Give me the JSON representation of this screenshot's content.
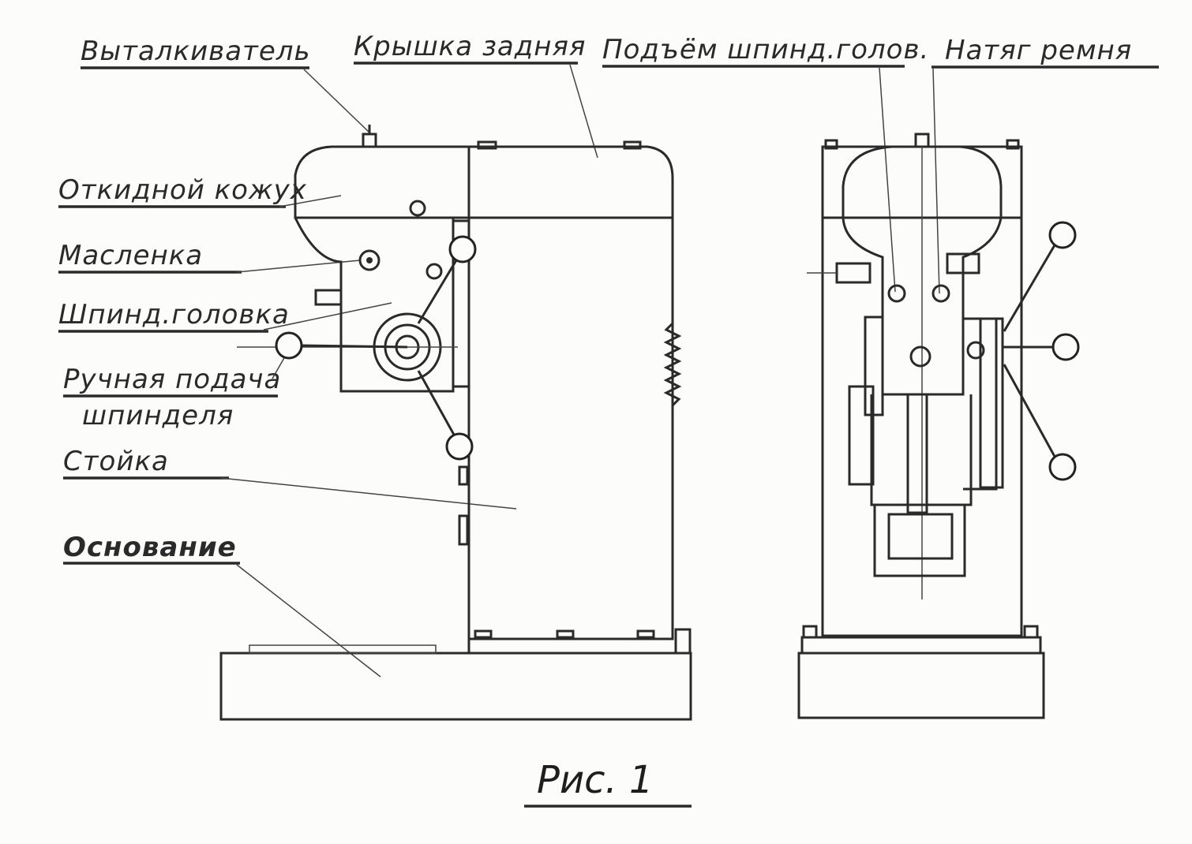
{
  "labels": {
    "ejector": "Выталкиватель",
    "rear_cover": "Крышка задняя",
    "head_lift": "Подъём шпинд.голов.",
    "belt_tension": "Натяг ремня",
    "hinged_casing": "Откидной кожух",
    "oiler": "Масленка",
    "spindle_head": "Шпинд.головка",
    "manual_feed_line1": "Ручная подача",
    "manual_feed_line2": "шпинделя",
    "column": "Стойка",
    "base": "Основание"
  },
  "caption": "Рис. 1"
}
